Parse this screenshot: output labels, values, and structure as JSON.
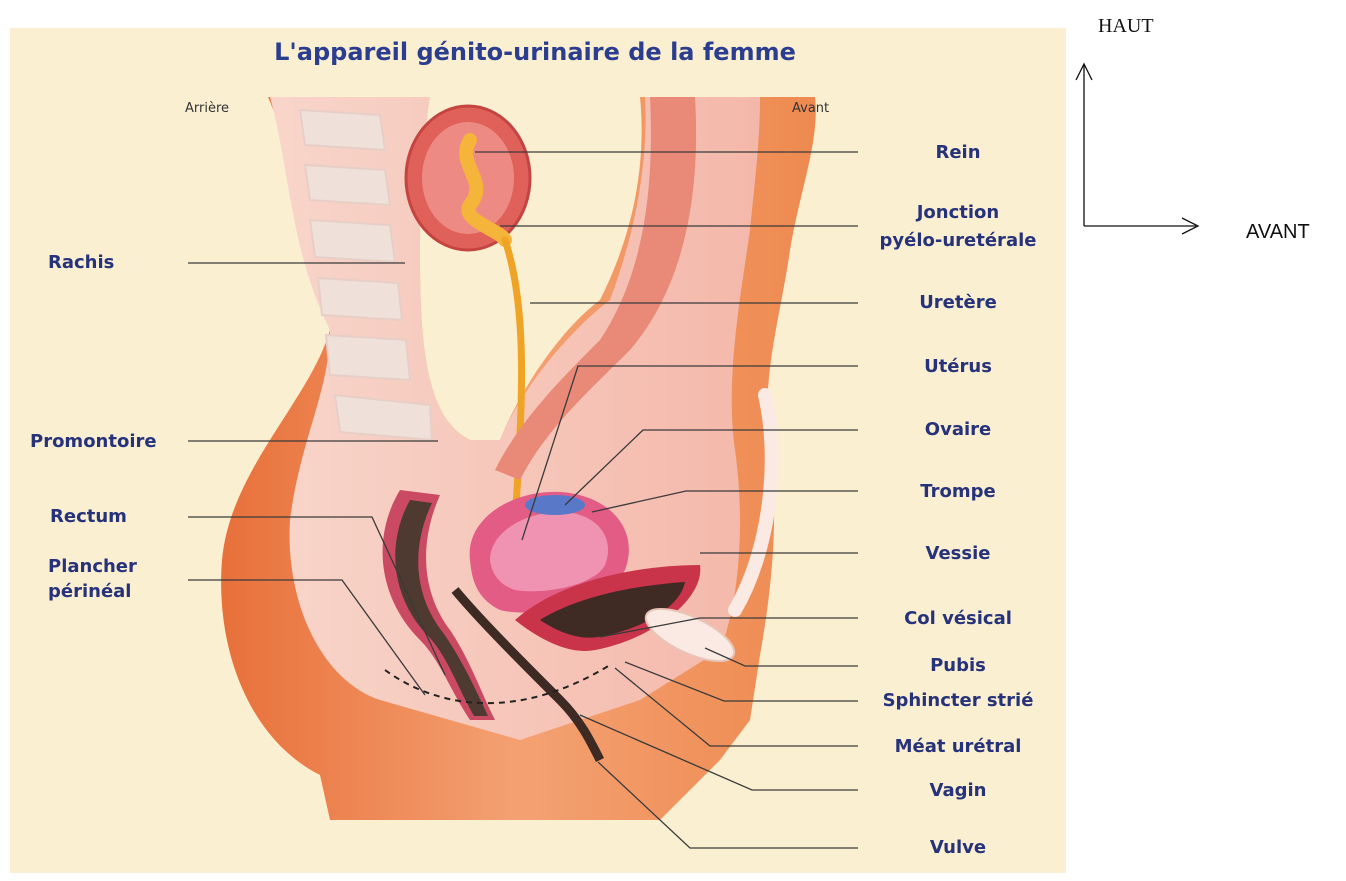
{
  "title": "L'appareil génito-urinaire de la femme",
  "orientation": {
    "rear": "Arrière",
    "front": "Avant"
  },
  "axes": {
    "up": "HAUT",
    "forward": "AVANT"
  },
  "labels_left": {
    "rachis": "Rachis",
    "promontoire": "Promontoire",
    "rectum": "Rectum",
    "plancher_1": "Plancher",
    "plancher_2": "périnéal"
  },
  "labels_right": {
    "rein": "Rein",
    "jonction_1": "Jonction",
    "jonction_2": "pyélo-uretérale",
    "uretere": "Uretère",
    "uterus": "Utérus",
    "ovaire": "Ovaire",
    "trompe": "Trompe",
    "vessie": "Vessie",
    "col_vesical": "Col vésical",
    "pubis": "Pubis",
    "sphincter": "Sphincter strié",
    "meat": "Méat urétral",
    "vagin": "Vagin",
    "vulve": "Vulve"
  },
  "colors": {
    "background": "#fbefd2",
    "title": "#2b3d8f",
    "label": "#26327a",
    "skin": "#ee8a50",
    "tissue": "#f6c6b8",
    "kidney": "#e0605a",
    "ureter": "#f0a425"
  }
}
